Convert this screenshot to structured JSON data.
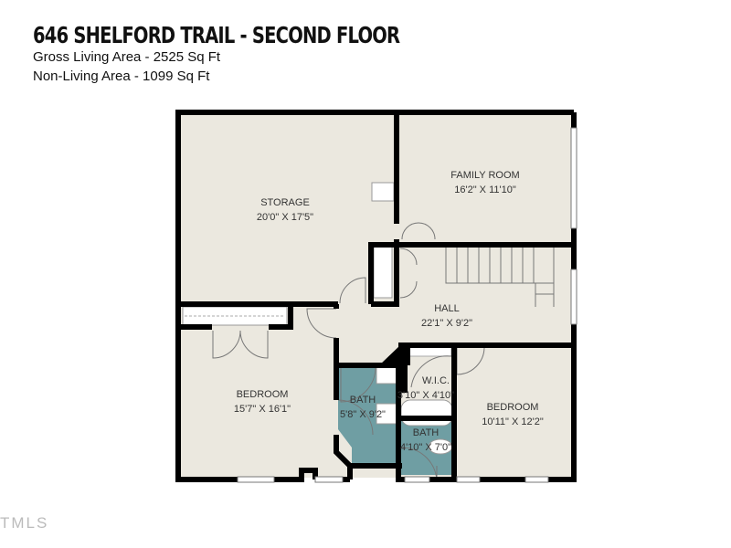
{
  "header": {
    "title": "646 SHELFORD TRAIL - SECOND FLOOR",
    "gross_living_area": "Gross Living Area - 2525 Sq Ft",
    "non_living_area": "Non-Living Area - 1099 Sq Ft"
  },
  "rooms": [
    {
      "name": "STORAGE",
      "dims": "20'0\" X 17'5\""
    },
    {
      "name": "FAMILY ROOM",
      "dims": "16'2\" X 11'10\""
    },
    {
      "name": "HALL",
      "dims": "22'1\" X 9'2\""
    },
    {
      "name": "BEDROOM",
      "dims": "15'7\" X 16'1\""
    },
    {
      "name": "BATH",
      "dims": "5'8\" X 9'2\""
    },
    {
      "name": "W.I.C.",
      "dims": "3'10\" X 4'10\""
    },
    {
      "name": "BATH",
      "dims": "4'10\" X 7'0\""
    },
    {
      "name": "BEDROOM",
      "dims": "10'11\" X 12'2\""
    }
  ],
  "colors": {
    "floor": "#ebe8df",
    "bath": "#6f9ea3",
    "wall": "#000000"
  },
  "watermark": "TMLS"
}
